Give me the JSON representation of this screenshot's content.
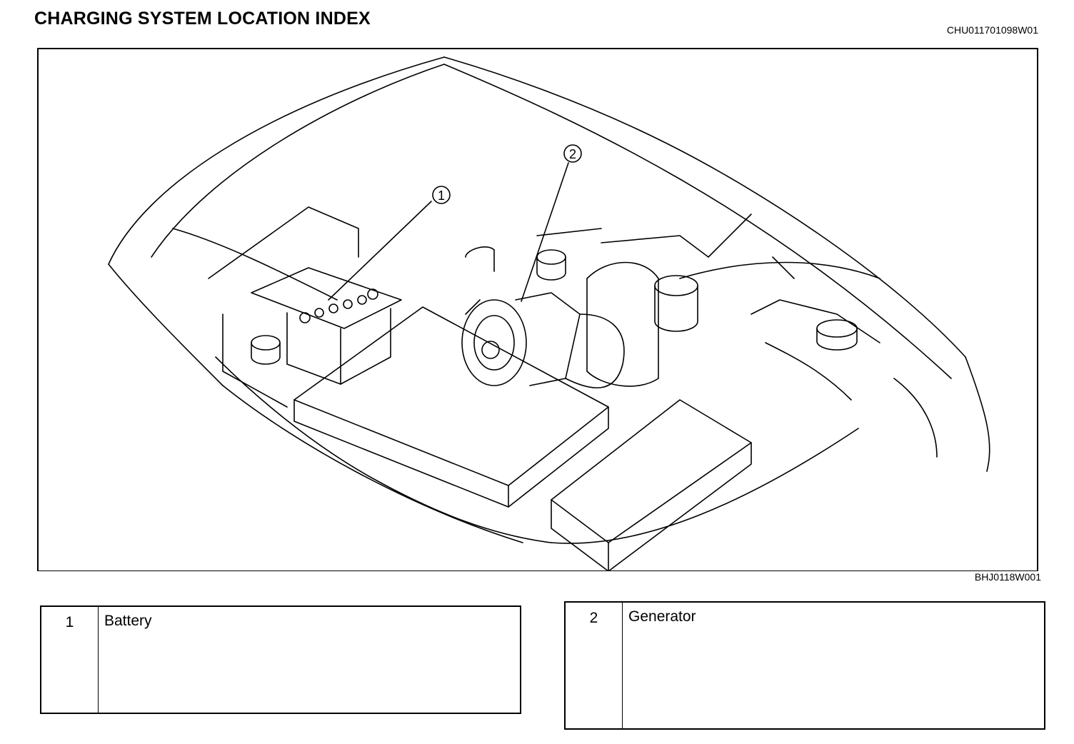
{
  "header": {
    "title": "CHARGING SYSTEM LOCATION INDEX",
    "doc_code": "CHU011701098W01"
  },
  "figure": {
    "code": "BHJ0118W001",
    "callouts": [
      "1",
      "2"
    ]
  },
  "legend": [
    {
      "number": "1",
      "label": "Battery"
    },
    {
      "number": "2",
      "label": "Generator"
    }
  ]
}
